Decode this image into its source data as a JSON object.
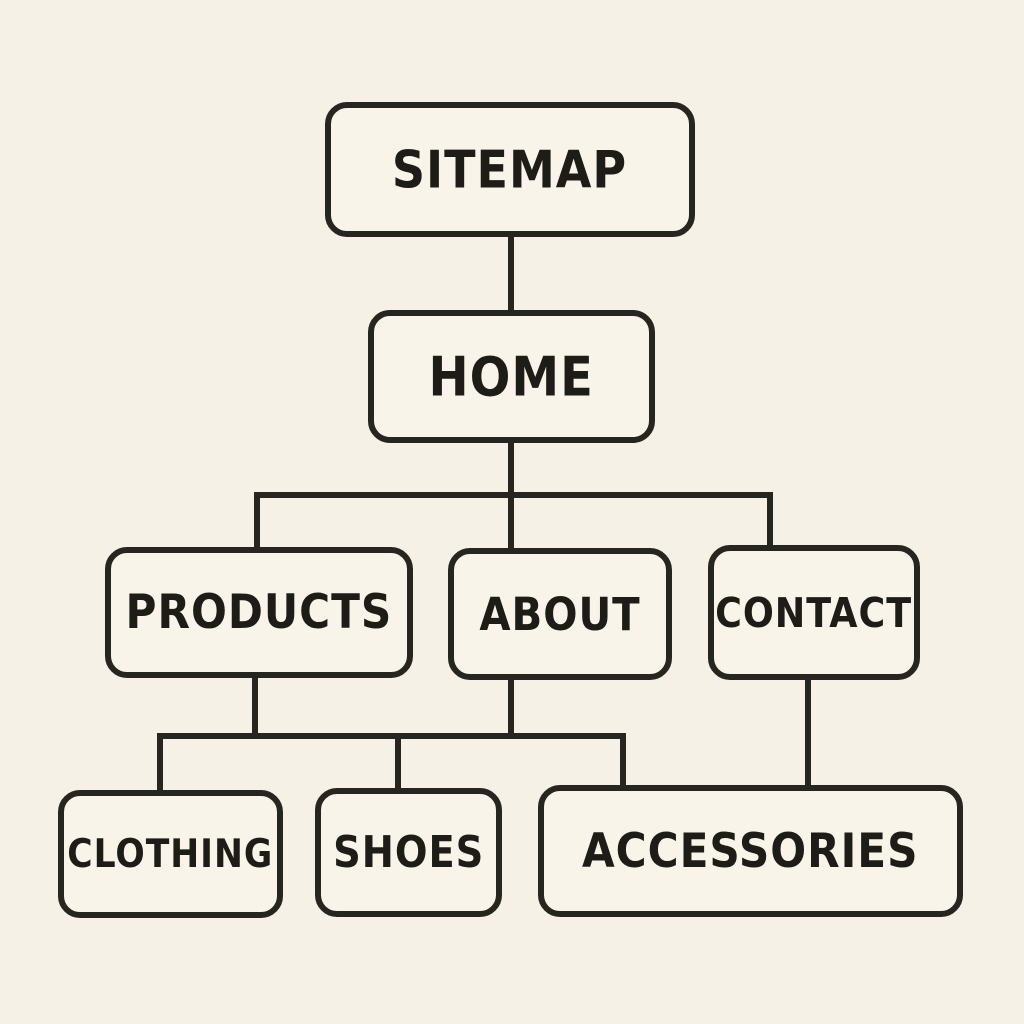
{
  "colors": {
    "background": "#f6f1e7",
    "node_fill": "#f8f4ea",
    "line": "#26251f",
    "text": "#1d1c17"
  },
  "diagram": {
    "type": "sitemap-tree",
    "nodes": {
      "sitemap": {
        "label": "SITEMAP"
      },
      "home": {
        "label": "HOME"
      },
      "products": {
        "label": "PRODUCTS"
      },
      "about": {
        "label": "ABOUT"
      },
      "contact": {
        "label": "CONTACT"
      },
      "clothing": {
        "label": "CLOTHING"
      },
      "shoes": {
        "label": "SHOES"
      },
      "accessories": {
        "label": "ACCESSORIES"
      }
    },
    "edges": [
      {
        "from": "SITEMAP",
        "to": "HOME"
      },
      {
        "from": "HOME",
        "to": "PRODUCTS"
      },
      {
        "from": "HOME",
        "to": "ABOUT"
      },
      {
        "from": "HOME",
        "to": "CONTACT"
      },
      {
        "from": "PRODUCTS",
        "to": "CLOTHING"
      },
      {
        "from": "PRODUCTS",
        "to": "SHOES"
      },
      {
        "from": "ABOUT",
        "to": "ACCESSORIES"
      },
      {
        "from": "CONTACT",
        "to": "ACCESSORIES"
      }
    ]
  }
}
